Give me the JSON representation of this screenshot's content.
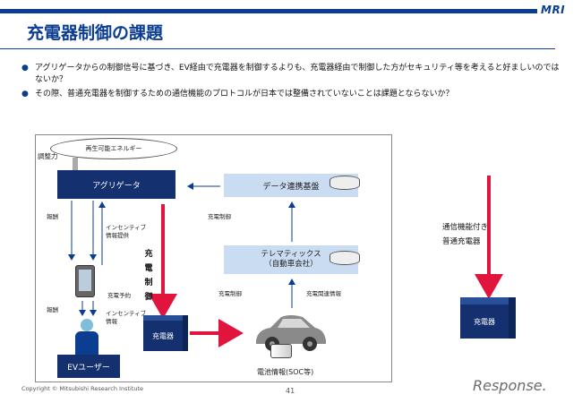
{
  "header": {
    "brand": "MRI",
    "title": "充電器制御の課題",
    "colors": {
      "brand_blue": "#0b3e91",
      "box_dark": "#14306e",
      "box_light": "#c9dcf1",
      "accent_red": "#e0143c"
    }
  },
  "bullets": [
    "アグリゲータからの制御信号に基づき、EV経由で充電器を制御するよりも、充電器経由で制御した方がセキュリティ等を考えると好ましいのではないか？",
    "その際、普通充電器を制御するための通信機能のプロトコルが日本では整備されていないことは課題とならないか？"
  ],
  "diagram": {
    "renewable": "再生可能エネルギー",
    "adjust": "調整力",
    "aggregator": "アグリゲータ",
    "data_platform": "データ連携基盤",
    "telematics_line1": "テレマティックス",
    "telematics_line2": "（自動車会社）",
    "charger_control_small": "充電制御",
    "charger_control_small2": "充電制御",
    "charge_related_info": "充電関連情報",
    "reward1": "報酬",
    "reward2": "報酬",
    "incentive_info1": "インセンティブ\n情報提供",
    "incentive_info2": "インセンティブ\n情報",
    "charge_reservation": "充電予約",
    "vertical_control": "充\n電\n制\n御",
    "charger": "充電器",
    "battery_info": "電池情報(SOC等)",
    "ev_user": "EVユーザー"
  },
  "right_panel": {
    "label_line1": "通信機能付き",
    "label_line2": "普通充電器",
    "charger": "充電器"
  },
  "footer": {
    "copyright": "Copyright © Mitsubishi Research Institute",
    "page": "41",
    "logo": "Response."
  }
}
